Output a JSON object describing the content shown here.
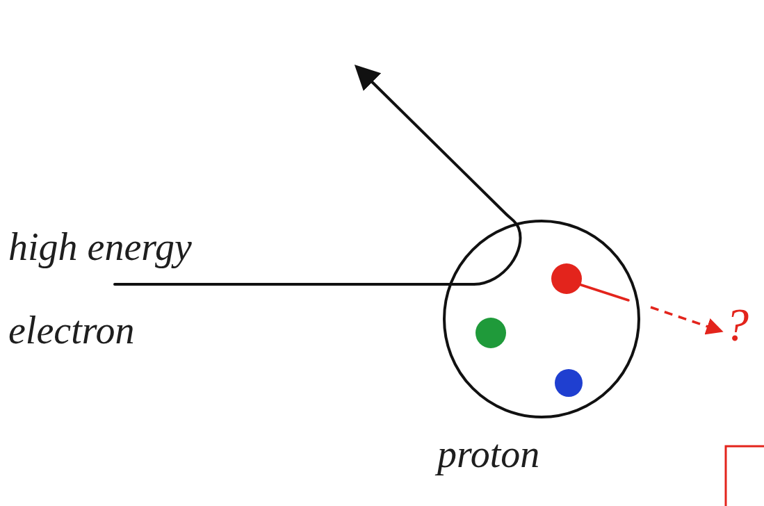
{
  "diagram": {
    "nodes": [
      {
        "text": [
          "proton"
        ]
      }
    ],
    "labels": [
      "high energy electron",
      "?"
    ]
  }
}
